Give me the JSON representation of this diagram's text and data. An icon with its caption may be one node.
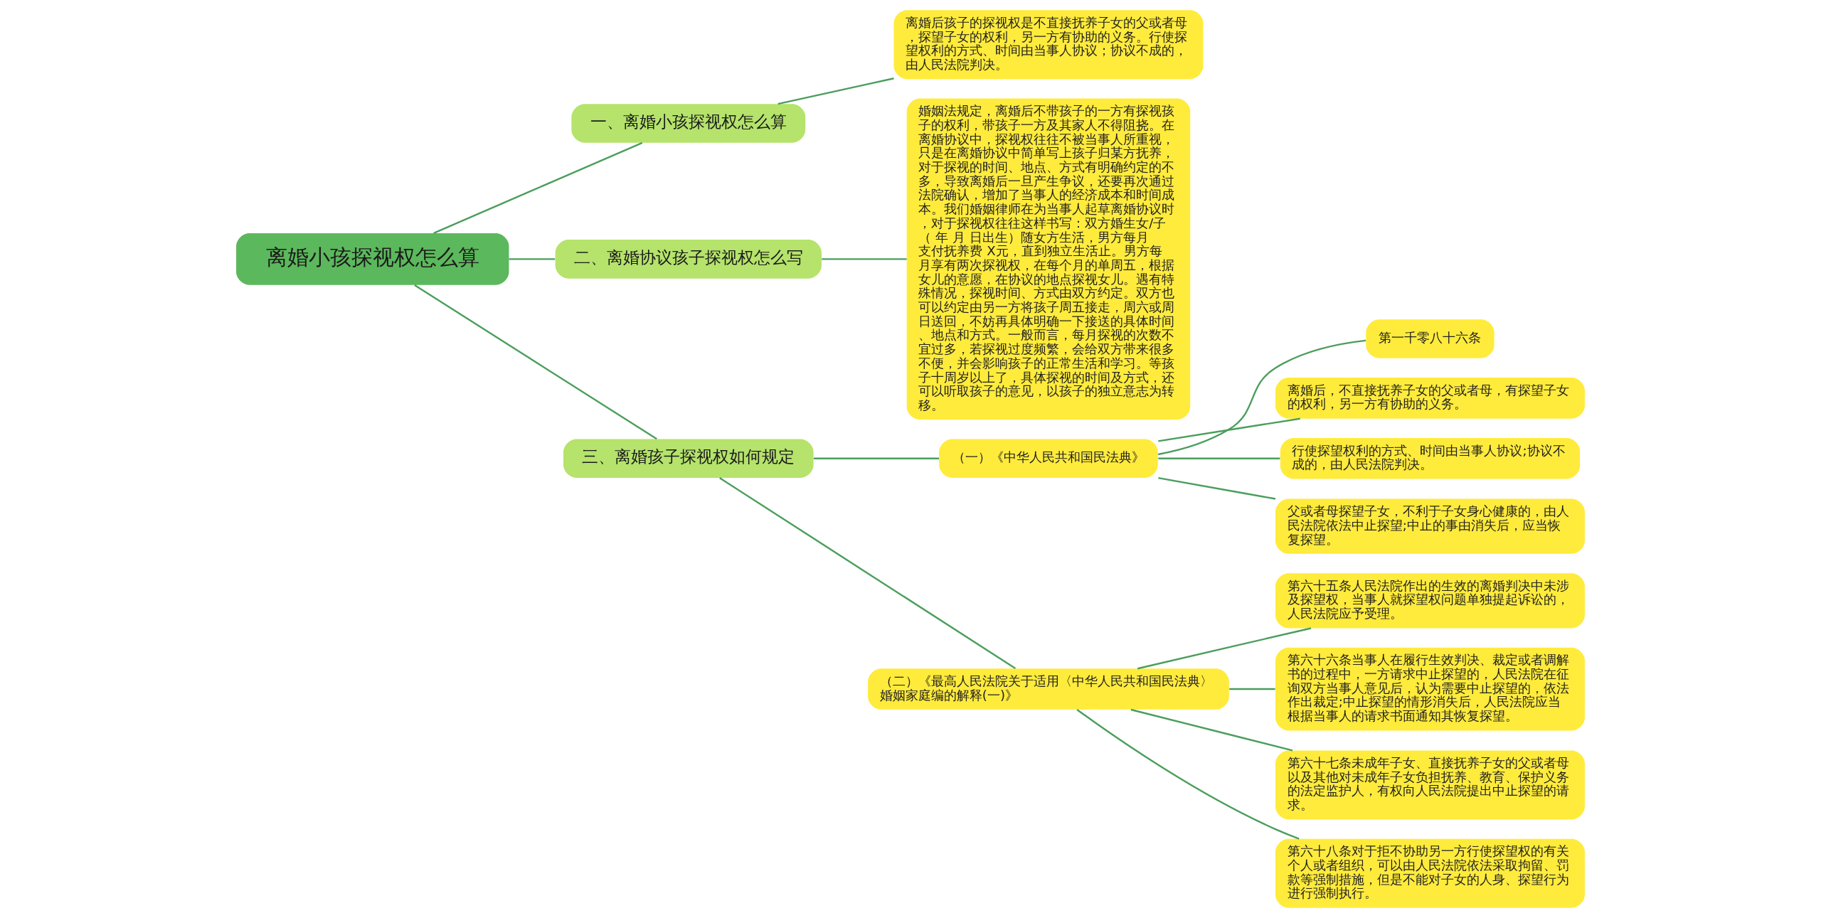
{
  "diagram": {
    "nodes": [
      {
        "text": [
          "离婚小孩探视权怎么算"
        ]
      },
      {
        "text": [
          "一、离婚小孩探视权怎么算"
        ]
      },
      {
        "text": [
          "离婚后孩子的探视权是不直接抚养子女的父或者母，探望子女的权利，另一方有协助的义务。行使探望权利的方式、时间由当事人协议；协议不成的，由人民法院判决。"
        ]
      },
      {
        "text": [
          "二、离婚协议孩子探视权怎么写"
        ]
      },
      {
        "text": [
          "婚姻法规定，离婚后不带孩子的一方有探视孩子的权利，带孩子一方及其家人不得阻挠。在离婚协议中，探视权往往不被当事人所重视，只是在离婚协议中简单写上孩子归某方抚养，对于探视的时间、地点、方式有明确约定的不多，导致离婚后一旦产生争议，还要再次通过法院确认，增加了当事人的经济成本和时间成本。我们婚姻律师在为当事人起草离婚协议时，对于探视权往往这样书写：双方婚生女/子（ 年 月 日出生）随女方生活，男方每月支付抚养费 X元，直到独立生活止。男方每月享有两次探视权，在每个月的单周五，根据女儿的意愿，在协议的地点探视女儿。遇有特殊情况，探视时间、方式由双方约定。双方也可以约定由另一方将孩子周五接走，周六或周日送回，不妨再具体明确一下接送的具体时间、地点和方式。一般而言，每月探视的次数不宜过多，若探视过度频繁，会给双方带来很多不便，并会影响孩子的正常生活和学习。等孩子十周岁以上了，具体探视的时间及方式，还可以听取孩子的意见，以孩子的独立意志为转移。"
        ]
      },
      {
        "text": [
          "三、离婚孩子探视权如何规定"
        ]
      },
      {
        "text": [
          "（一）《中华人民共和国民法典》"
        ]
      },
      {
        "text": [
          "第一千零八十六条"
        ]
      },
      {
        "text": [
          "离婚后，不直接抚养子女的父或者母，有探望子女的权利，另一方有协助的义务。"
        ]
      },
      {
        "text": [
          "行使探望权利的方式、时间由当事人协议;协议不成的，由人民法院判决。"
        ]
      },
      {
        "text": [
          "父或者母探望子女，不利于子女身心健康的，由人民法院依法中止探望;中止的事由消失后，应当恢复探望。"
        ]
      },
      {
        "text": [
          "（二）《最高人民法院关于适用〈中华人民共和国民法典〉婚姻家庭编的解释(一)》"
        ]
      },
      {
        "text": [
          "第六十五条人民法院作出的生效的离婚判决中未涉及探望权，当事人就探望权问题单独提起诉讼的，人民法院应予受理。"
        ]
      },
      {
        "text": [
          "第六十六条当事人在履行生效判决、裁定或者调解书的过程中，一方请求中止探望的，人民法院在征询双方当事人意见后，认为需要中止探望的，依法作出裁定;中止探望的情形消失后，人民法院应当根据当事人的请求书面通知其恢复探望。"
        ]
      },
      {
        "text": [
          "第六十七条未成年子女、直接抚养子女的父或者母以及其他对未成年子女负担抚养、教育、保护义务的法定监护人，有权向人民法院提出中止探望的请求。"
        ]
      },
      {
        "text": [
          "第六十八条对于拒不协助另一方行使探望权的有关个人或者组织，可以由人民法院依法采取拘留、罚款等强制措施，但是不能对子女的人身、探望行为进行强制执行。"
        ]
      }
    ],
    "edges": [
      {
        "from": 0,
        "to": 1,
        "arrow": "none"
      },
      {
        "from": 1,
        "to": 2,
        "arrow": "none"
      },
      {
        "from": 0,
        "to": 3,
        "arrow": "none"
      },
      {
        "from": 3,
        "to": 4,
        "arrow": "none"
      },
      {
        "from": 0,
        "to": 5,
        "arrow": "none"
      },
      {
        "from": 5,
        "to": 6,
        "arrow": "none"
      },
      {
        "from": 6,
        "to": 7,
        "arrow": "none"
      },
      {
        "from": 6,
        "to": 8,
        "arrow": "none"
      },
      {
        "from": 6,
        "to": 9,
        "arrow": "none"
      },
      {
        "from": 6,
        "to": 10,
        "arrow": "none"
      },
      {
        "from": 5,
        "to": 11,
        "arrow": "none"
      },
      {
        "from": 11,
        "to": 12,
        "arrow": "none"
      },
      {
        "from": 11,
        "to": 13,
        "arrow": "none"
      },
      {
        "from": 11,
        "to": 14,
        "arrow": "none"
      },
      {
        "from": 11,
        "to": 15,
        "arrow": "none"
      }
    ]
  }
}
